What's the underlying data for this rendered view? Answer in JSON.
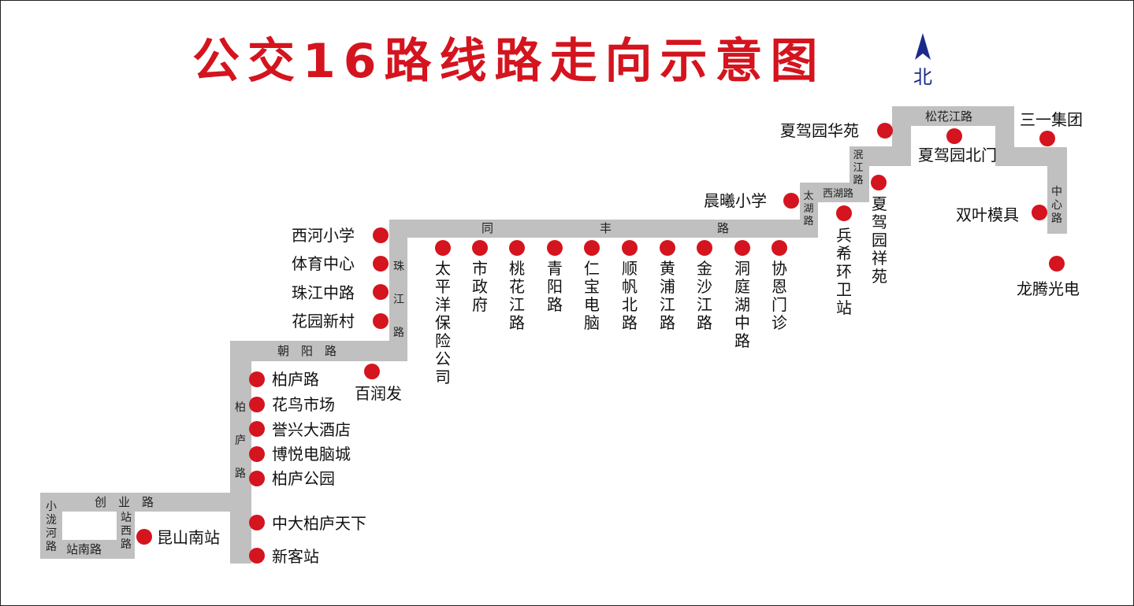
{
  "title": "公交16路线路走向示意图",
  "north_label": "北",
  "colors": {
    "title": "#d4141e",
    "route": "#c0c0c0",
    "stop": "#d4141e",
    "north": "#1a2a8c"
  },
  "roads": {
    "chuangye": "创　业　路",
    "xiaoluhe": "小泷河路",
    "zhannan": "站南路",
    "zhanxi": "站西路",
    "bailu": "柏庐路",
    "chaoyang": "朝　阳　路",
    "zhujiang": "珠江路",
    "tongfeng_1": "同",
    "tongfeng_2": "丰",
    "tongfeng_3": "路",
    "taihu": "太湖路",
    "xihu": "西湖路",
    "minjiang": "泯江路",
    "songhuajiang": "松花江路",
    "zhongxin": "中心路"
  },
  "stops": {
    "kunshannan": "昆山南站",
    "xinke": "新客站",
    "zhongda": "中大柏庐天下",
    "bailugongyuan": "柏庐公园",
    "boyue": "博悦电脑城",
    "yuxing": "誉兴大酒店",
    "huaniao": "花鸟市场",
    "bailulu": "柏庐路",
    "bairunfa": "百润发",
    "huayuan": "花园新村",
    "zhujiangzhong": "珠江中路",
    "tiyu": "体育中心",
    "xihexiaoxue": "西河小学",
    "taipingyang": "太平洋保险公司",
    "shizhengfu": "市政府",
    "taohua": "桃花江路",
    "qingyang": "青阳路",
    "renbao": "仁宝电脑",
    "shunfan": "顺帆北路",
    "huangpu": "黄浦江路",
    "jinsha": "金沙江路",
    "dongting": "洞庭湖中路",
    "xieen": "协恩门诊",
    "chenxi": "晨曦小学",
    "bingxi": "兵希环卫站",
    "xiangyuan": "夏驾园祥苑",
    "huayuan2": "夏驾园华苑",
    "beimen": "夏驾园北门",
    "sanyi": "三一集团",
    "shuangye": "双叶模具",
    "longteng": "龙腾光电"
  }
}
